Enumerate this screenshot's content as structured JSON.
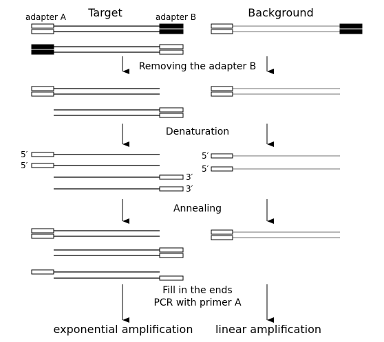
{
  "headers": {
    "target": "Target",
    "background": "Background"
  },
  "adapters": {
    "a": "adapter A",
    "b": "adapter B"
  },
  "steps": {
    "removing": "Removing the adapter B",
    "denaturation": "Denaturation",
    "annealing": "Annealing",
    "fill_line1": "Fill in the ends",
    "fill_line2": "PCR with primer A"
  },
  "ends": {
    "five_prime": "5′",
    "three_prime": "3′"
  },
  "results": {
    "target": "exponential amplification",
    "background": "linear amplification"
  },
  "colors": {
    "target_strand": "#000000",
    "background_strand": "#8c8c8c",
    "adapter_b_fill": "#000000",
    "adapter_a_fill": "#ffffff"
  }
}
